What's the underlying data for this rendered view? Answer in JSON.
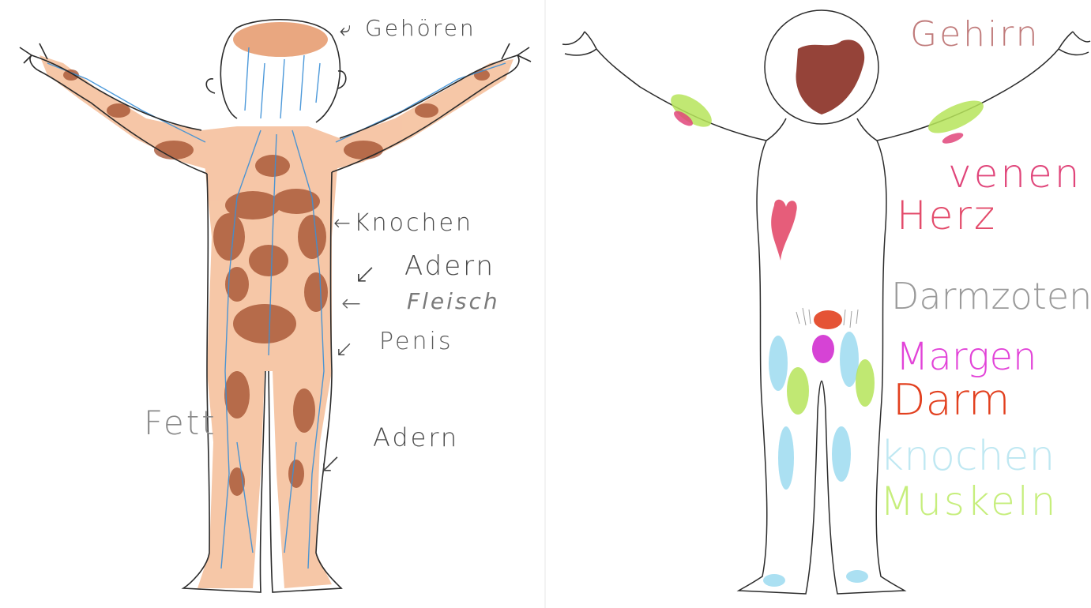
{
  "left_drawing": {
    "labels": {
      "gehoeren": "Gehören",
      "knochen": "Knochen",
      "adern_upper": "Adern",
      "fleisch": "Fleisch",
      "penis": "Penis",
      "fett": "Fett",
      "adern_lower": "Adern"
    },
    "colors": {
      "pencil": "#555555",
      "flesh": "#e8905e",
      "organs": "#a14d2c",
      "veins": "#3a8fd6"
    }
  },
  "right_drawing": {
    "labels": {
      "gehirn": "Gehirn",
      "venen": "venen",
      "herz": "Herz",
      "darmzoten": "Darmzoten",
      "margen": "Margen",
      "darm": "Darm",
      "knochen": "knochen",
      "muskeln": "Muskeln"
    },
    "colors": {
      "gehirn": "#c07b7b",
      "venen": "#e0457a",
      "herz": "#e34b6b",
      "darmzoten": "#9a9a9a",
      "margen": "#e243d8",
      "darm": "#e2401f",
      "knochen": "#bfe8f2",
      "muskeln": "#c6ee7c",
      "brain_fill": "#8a2f24"
    }
  }
}
